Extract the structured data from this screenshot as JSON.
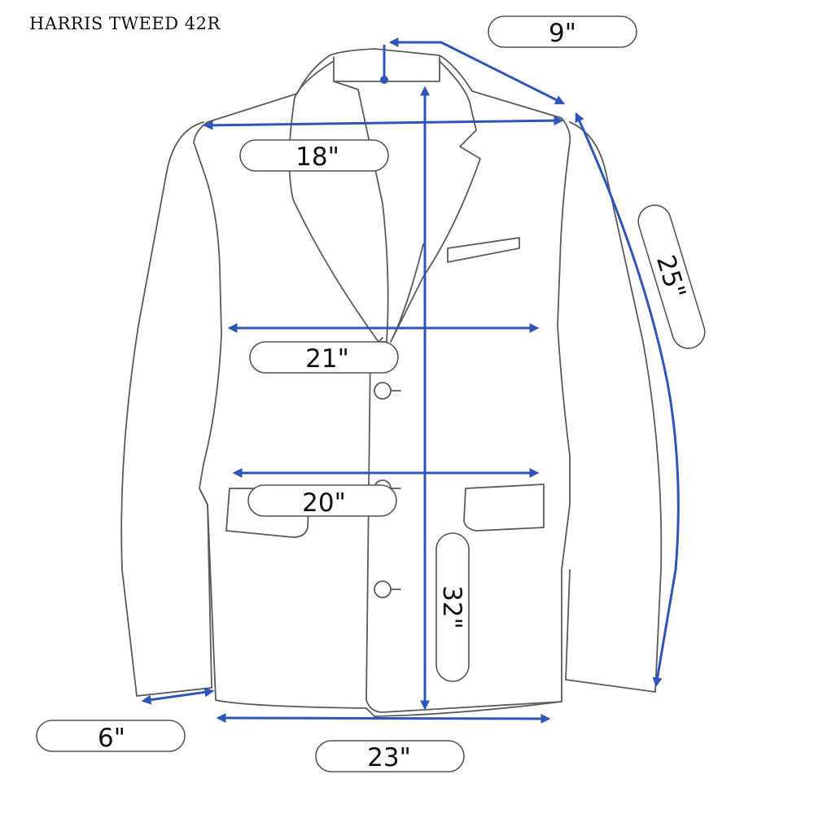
{
  "title": "HARRIS TWEED 42R",
  "measurements": {
    "collar_to_shoulder": "9\"",
    "shoulder_width": "18\"",
    "sleeve_length": "25\"",
    "chest_width": "21\"",
    "waist_width": "20\"",
    "body_length": "32\"",
    "sleeve_opening": "6\"",
    "hem_width": "23\""
  },
  "colors": {
    "arrow": "#2f55b8",
    "outline": "#5a5a5a",
    "label_border": "#555555"
  }
}
